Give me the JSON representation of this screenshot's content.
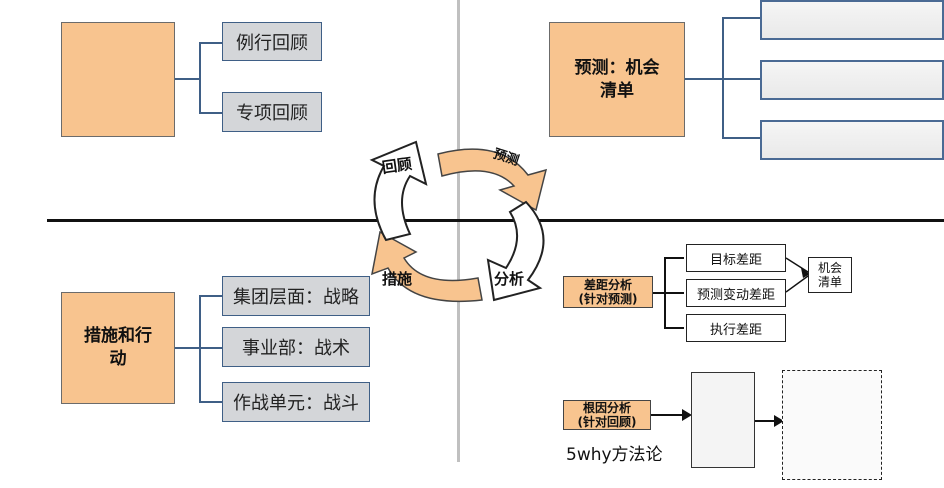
{
  "review": {
    "routine_label": "例行回顾",
    "special_label": "专项回顾"
  },
  "forecast": {
    "title": "预测：机会清单"
  },
  "actions": {
    "title": "措施和行动",
    "items": [
      "集团层面：战略",
      "事业部：战术",
      "作战单元：战斗"
    ]
  },
  "cycle": {
    "review": "回顾",
    "forecast": "预测",
    "analysis": "分析",
    "measures": "措施"
  },
  "analysis": {
    "gap_tag": "差距分析\n(针对预测)",
    "gaps": [
      "目标差距",
      "预测变动差距",
      "执行差距"
    ],
    "opportunity": "机会\n清单",
    "root_tag": "根因分析\n(针对回顾)",
    "method": "5why方法论"
  }
}
